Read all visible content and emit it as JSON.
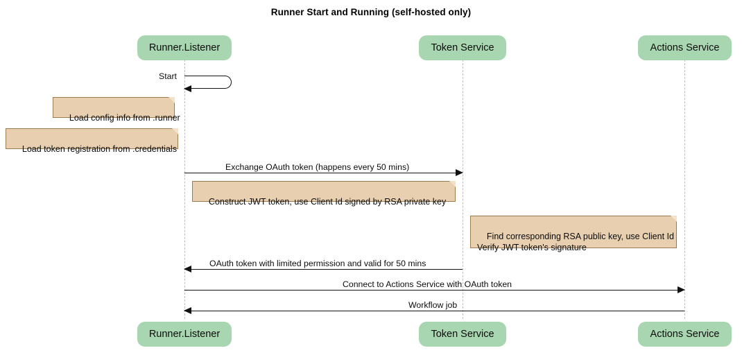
{
  "diagram": {
    "type": "sequence-diagram",
    "title": "Runner Start and Running (self-hosted only)",
    "colors": {
      "participant_fill": "#a8d6b0",
      "note_fill": "#e8cfb0",
      "note_border": "#9d7a4e",
      "lifeline": "#bdbdbd",
      "line": "#111111",
      "text": "#0c0c0c"
    },
    "participants": [
      {
        "id": "runner",
        "label": "Runner.Listener"
      },
      {
        "id": "token",
        "label": "Token Service"
      },
      {
        "id": "actions",
        "label": "Actions Service"
      }
    ],
    "messages": [
      {
        "id": "start",
        "label": "Start",
        "from": "runner",
        "to": "runner",
        "kind": "self",
        "direction": "left"
      },
      {
        "id": "exchange-oauth",
        "label": "Exchange OAuth token (happens every 50 mins)",
        "from": "runner",
        "to": "token",
        "kind": "sync",
        "direction": "right"
      },
      {
        "id": "oauth-return",
        "label": "OAuth token with limited permission and valid for 50 mins",
        "from": "token",
        "to": "runner",
        "kind": "return",
        "direction": "left"
      },
      {
        "id": "connect-actions",
        "label": "Connect to Actions Service with OAuth token",
        "from": "runner",
        "to": "actions",
        "kind": "sync",
        "direction": "right"
      },
      {
        "id": "workflow-job",
        "label": "Workflow job",
        "from": "actions",
        "to": "runner",
        "kind": "return",
        "direction": "left"
      }
    ],
    "notes": [
      {
        "id": "note-config",
        "text": "Load config info from .runner",
        "attached_to": "runner"
      },
      {
        "id": "note-credentials",
        "text": "Load token registration from .credentials",
        "attached_to": "runner"
      },
      {
        "id": "note-jwt",
        "text": "Construct JWT token, use Client Id signed by RSA private key",
        "attached_to": "runner"
      },
      {
        "id": "note-verify",
        "text": "Find corresponding RSA public key, use Client Id\nVerify JWT token's signature",
        "attached_to": "token"
      }
    ]
  }
}
